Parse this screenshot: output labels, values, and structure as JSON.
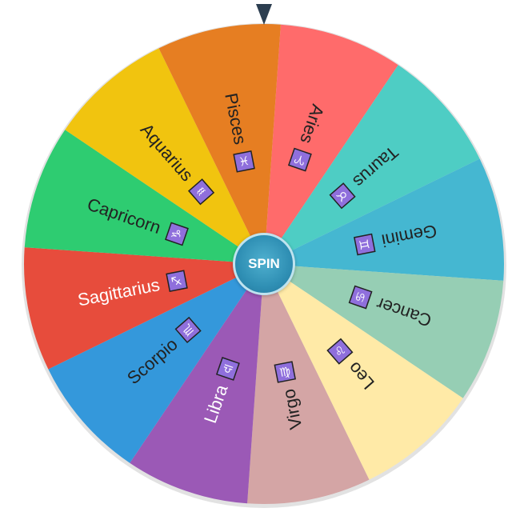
{
  "spin_label": "SPIN",
  "pointer_color": "#2c3e50",
  "symbol_box_color": "#8f6fdc",
  "segments": [
    {
      "label": "Aries",
      "symbol": "♈",
      "color": "#ff6b6b",
      "text_color": "#222222"
    },
    {
      "label": "Taurus",
      "symbol": "♉",
      "color": "#4ecdc4",
      "text_color": "#222222"
    },
    {
      "label": "Gemini",
      "symbol": "♊",
      "color": "#45b7d1",
      "text_color": "#222222"
    },
    {
      "label": "Cancer",
      "symbol": "♋",
      "color": "#96ceb4",
      "text_color": "#222222"
    },
    {
      "label": "Leo",
      "symbol": "♌",
      "color": "#ffeaa7",
      "text_color": "#222222"
    },
    {
      "label": "Virgo",
      "symbol": "♍",
      "color": "#d4a5a5",
      "text_color": "#222222"
    },
    {
      "label": "Libra",
      "symbol": "♎",
      "color": "#9b59b6",
      "text_color": "#ffffff"
    },
    {
      "label": "Scorpio",
      "symbol": "♏",
      "color": "#3498db",
      "text_color": "#222222"
    },
    {
      "label": "Sagittarius",
      "symbol": "♐",
      "color": "#e74c3c",
      "text_color": "#ffffff"
    },
    {
      "label": "Capricorn",
      "symbol": "♑",
      "color": "#2ecc71",
      "text_color": "#222222"
    },
    {
      "label": "Aquarius",
      "symbol": "♒",
      "color": "#f1c40f",
      "text_color": "#222222"
    },
    {
      "label": "Pisces",
      "symbol": "♓",
      "color": "#e67e22",
      "text_color": "#222222"
    }
  ]
}
